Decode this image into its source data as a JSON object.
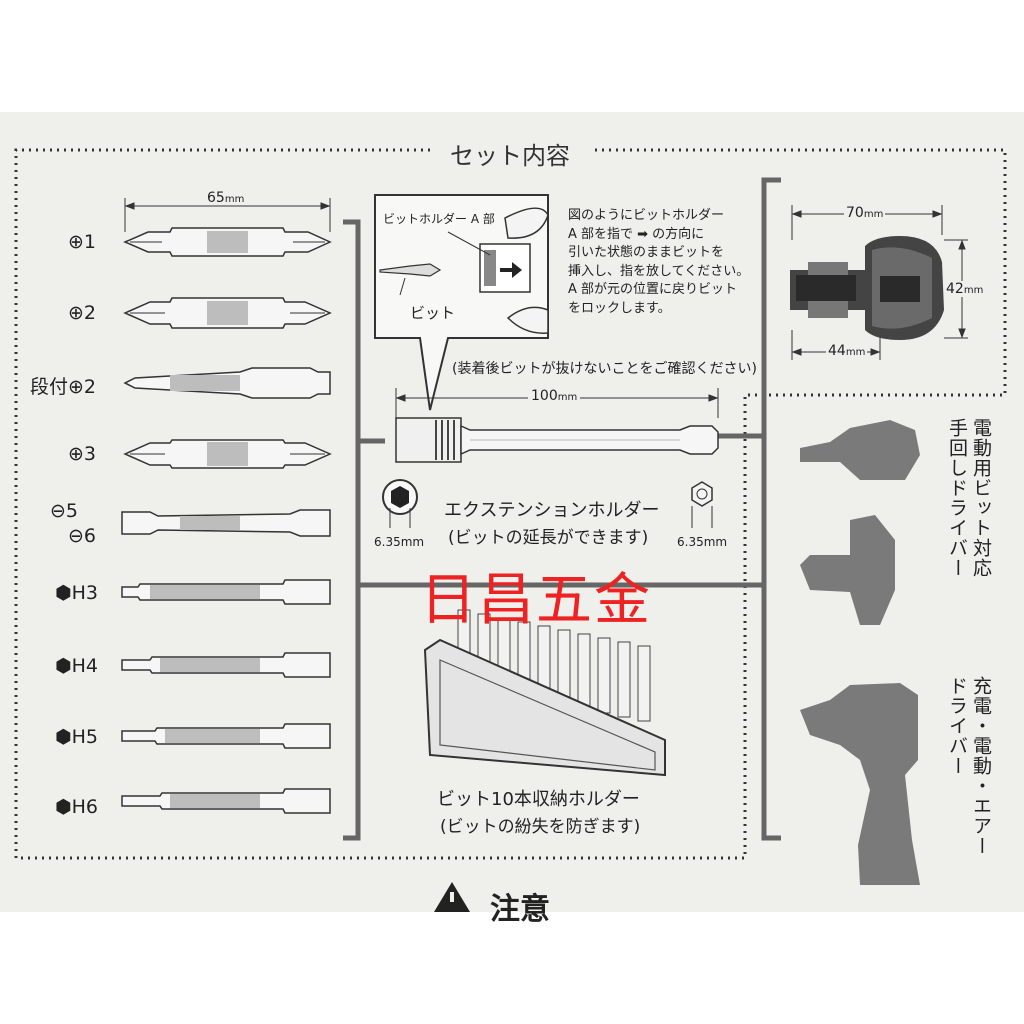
{
  "title": "セット内容",
  "bits": {
    "dimension": "65",
    "unit": "mm",
    "labels": [
      "⊕1",
      "⊕2",
      "段付⊕2",
      "⊕3",
      "⊖5",
      "⊖6",
      "⬢H3",
      "⬢H4",
      "⬢H5",
      "⬢H6"
    ]
  },
  "holder_callout": {
    "part_label": "ビットホルダー A 部",
    "bit_label": "ビット",
    "instructions": [
      "図のようにビットホルダー",
      "A 部を指で ➡ の方向に",
      "引いた状態のままビットを",
      "挿入し、指を放してください。",
      "A 部が元の位置に戻りビット",
      "をロックします。"
    ],
    "note": "(装着後ビットが抜けないことをご確認ください)"
  },
  "extension": {
    "length": "100",
    "unit": "mm",
    "name": "エクステンションホルダー",
    "subtitle": "(ビットの延長ができます)",
    "hex_left": "6.35mm",
    "hex_right": "6.35mm"
  },
  "watermark": "日昌五金",
  "storage": {
    "name": "ビット10本収納ホルダー",
    "subtitle": "(ビットの紛失を防ぎます)"
  },
  "handle": {
    "width": "70",
    "height": "42",
    "depth": "44",
    "unit": "mm"
  },
  "compat": {
    "manual_line1": "電動用ビット対応",
    "manual_line2": "手回しドライバー",
    "power_line1": "充電・電動・エアー",
    "power_line2": "ドライバー"
  },
  "warning": "注意",
  "colors": {
    "paper": "#efefec",
    "ink": "#222222",
    "watermark": "#ee2222"
  }
}
